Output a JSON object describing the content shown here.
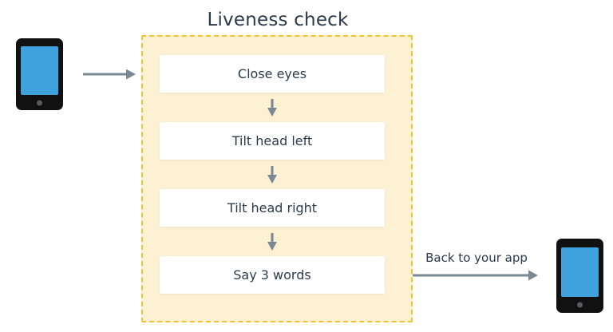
{
  "diagram": {
    "title": "Liveness check",
    "steps": [
      {
        "label": "Close eyes"
      },
      {
        "label": "Tilt head left"
      },
      {
        "label": "Tilt head right"
      },
      {
        "label": "Say 3 words"
      }
    ],
    "return_label": "Back to your app"
  },
  "colors": {
    "container_fill": "#fdf1d3",
    "container_border": "#f2c230",
    "arrow": "#7a8893",
    "phone_body": "#111111",
    "phone_screen": "#3fa2dc",
    "text": "#2b3a4a"
  },
  "icons": {
    "source_device": "smartphone-icon",
    "target_device": "smartphone-icon"
  }
}
